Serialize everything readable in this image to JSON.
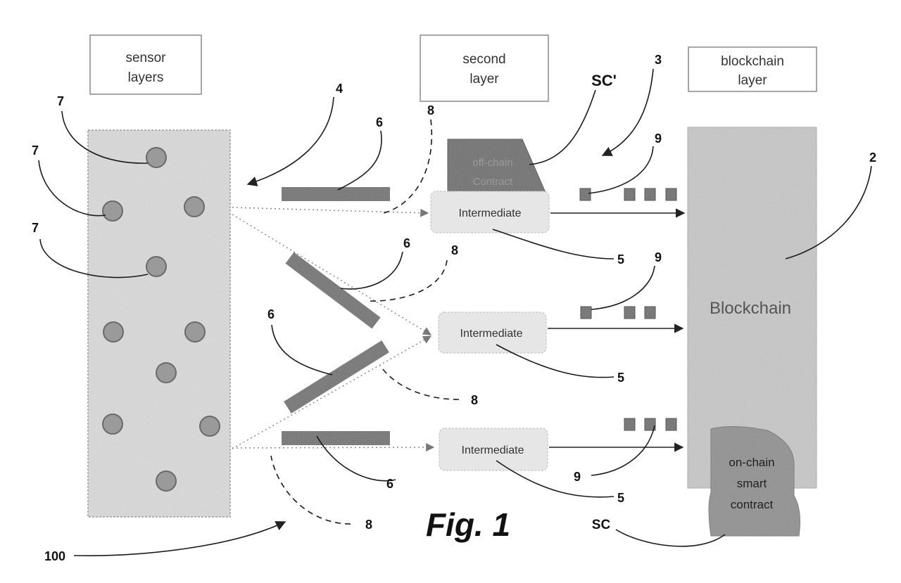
{
  "headers": {
    "sensor": [
      "sensor",
      "layers"
    ],
    "second": [
      "second",
      "layer"
    ],
    "blockchain": [
      "blockchain",
      "layer"
    ]
  },
  "nodes": {
    "blockchain": "Blockchain",
    "intermediate": [
      "Intermediate",
      "Intermediate",
      "Intermediate"
    ],
    "offchain": [
      "off-chain",
      "Contract"
    ],
    "onchain": [
      "on-chain",
      "smart",
      "contract"
    ]
  },
  "refs": {
    "r7a": "7",
    "r7b": "7",
    "r7c": "7",
    "r4": "4",
    "r6a": "6",
    "r8a": "8",
    "scp": "SC'",
    "r3": "3",
    "r9a": "9",
    "r2": "2",
    "r6b": "6",
    "r8b": "8",
    "r5a": "5",
    "r9b": "9",
    "r6c": "6",
    "r8c": "8",
    "r5b": "5",
    "r6d": "6",
    "r9c": "9",
    "r5c": "5",
    "r8d": "8",
    "sc": "SC",
    "r100": "100"
  },
  "caption": "Fig. 1",
  "colors": {
    "stipple": "#bdbdbd",
    "panel_border": "#9a9a9a",
    "packet": "#6e6e6e",
    "line": "#222222",
    "dotted": "#8a8a8a"
  }
}
